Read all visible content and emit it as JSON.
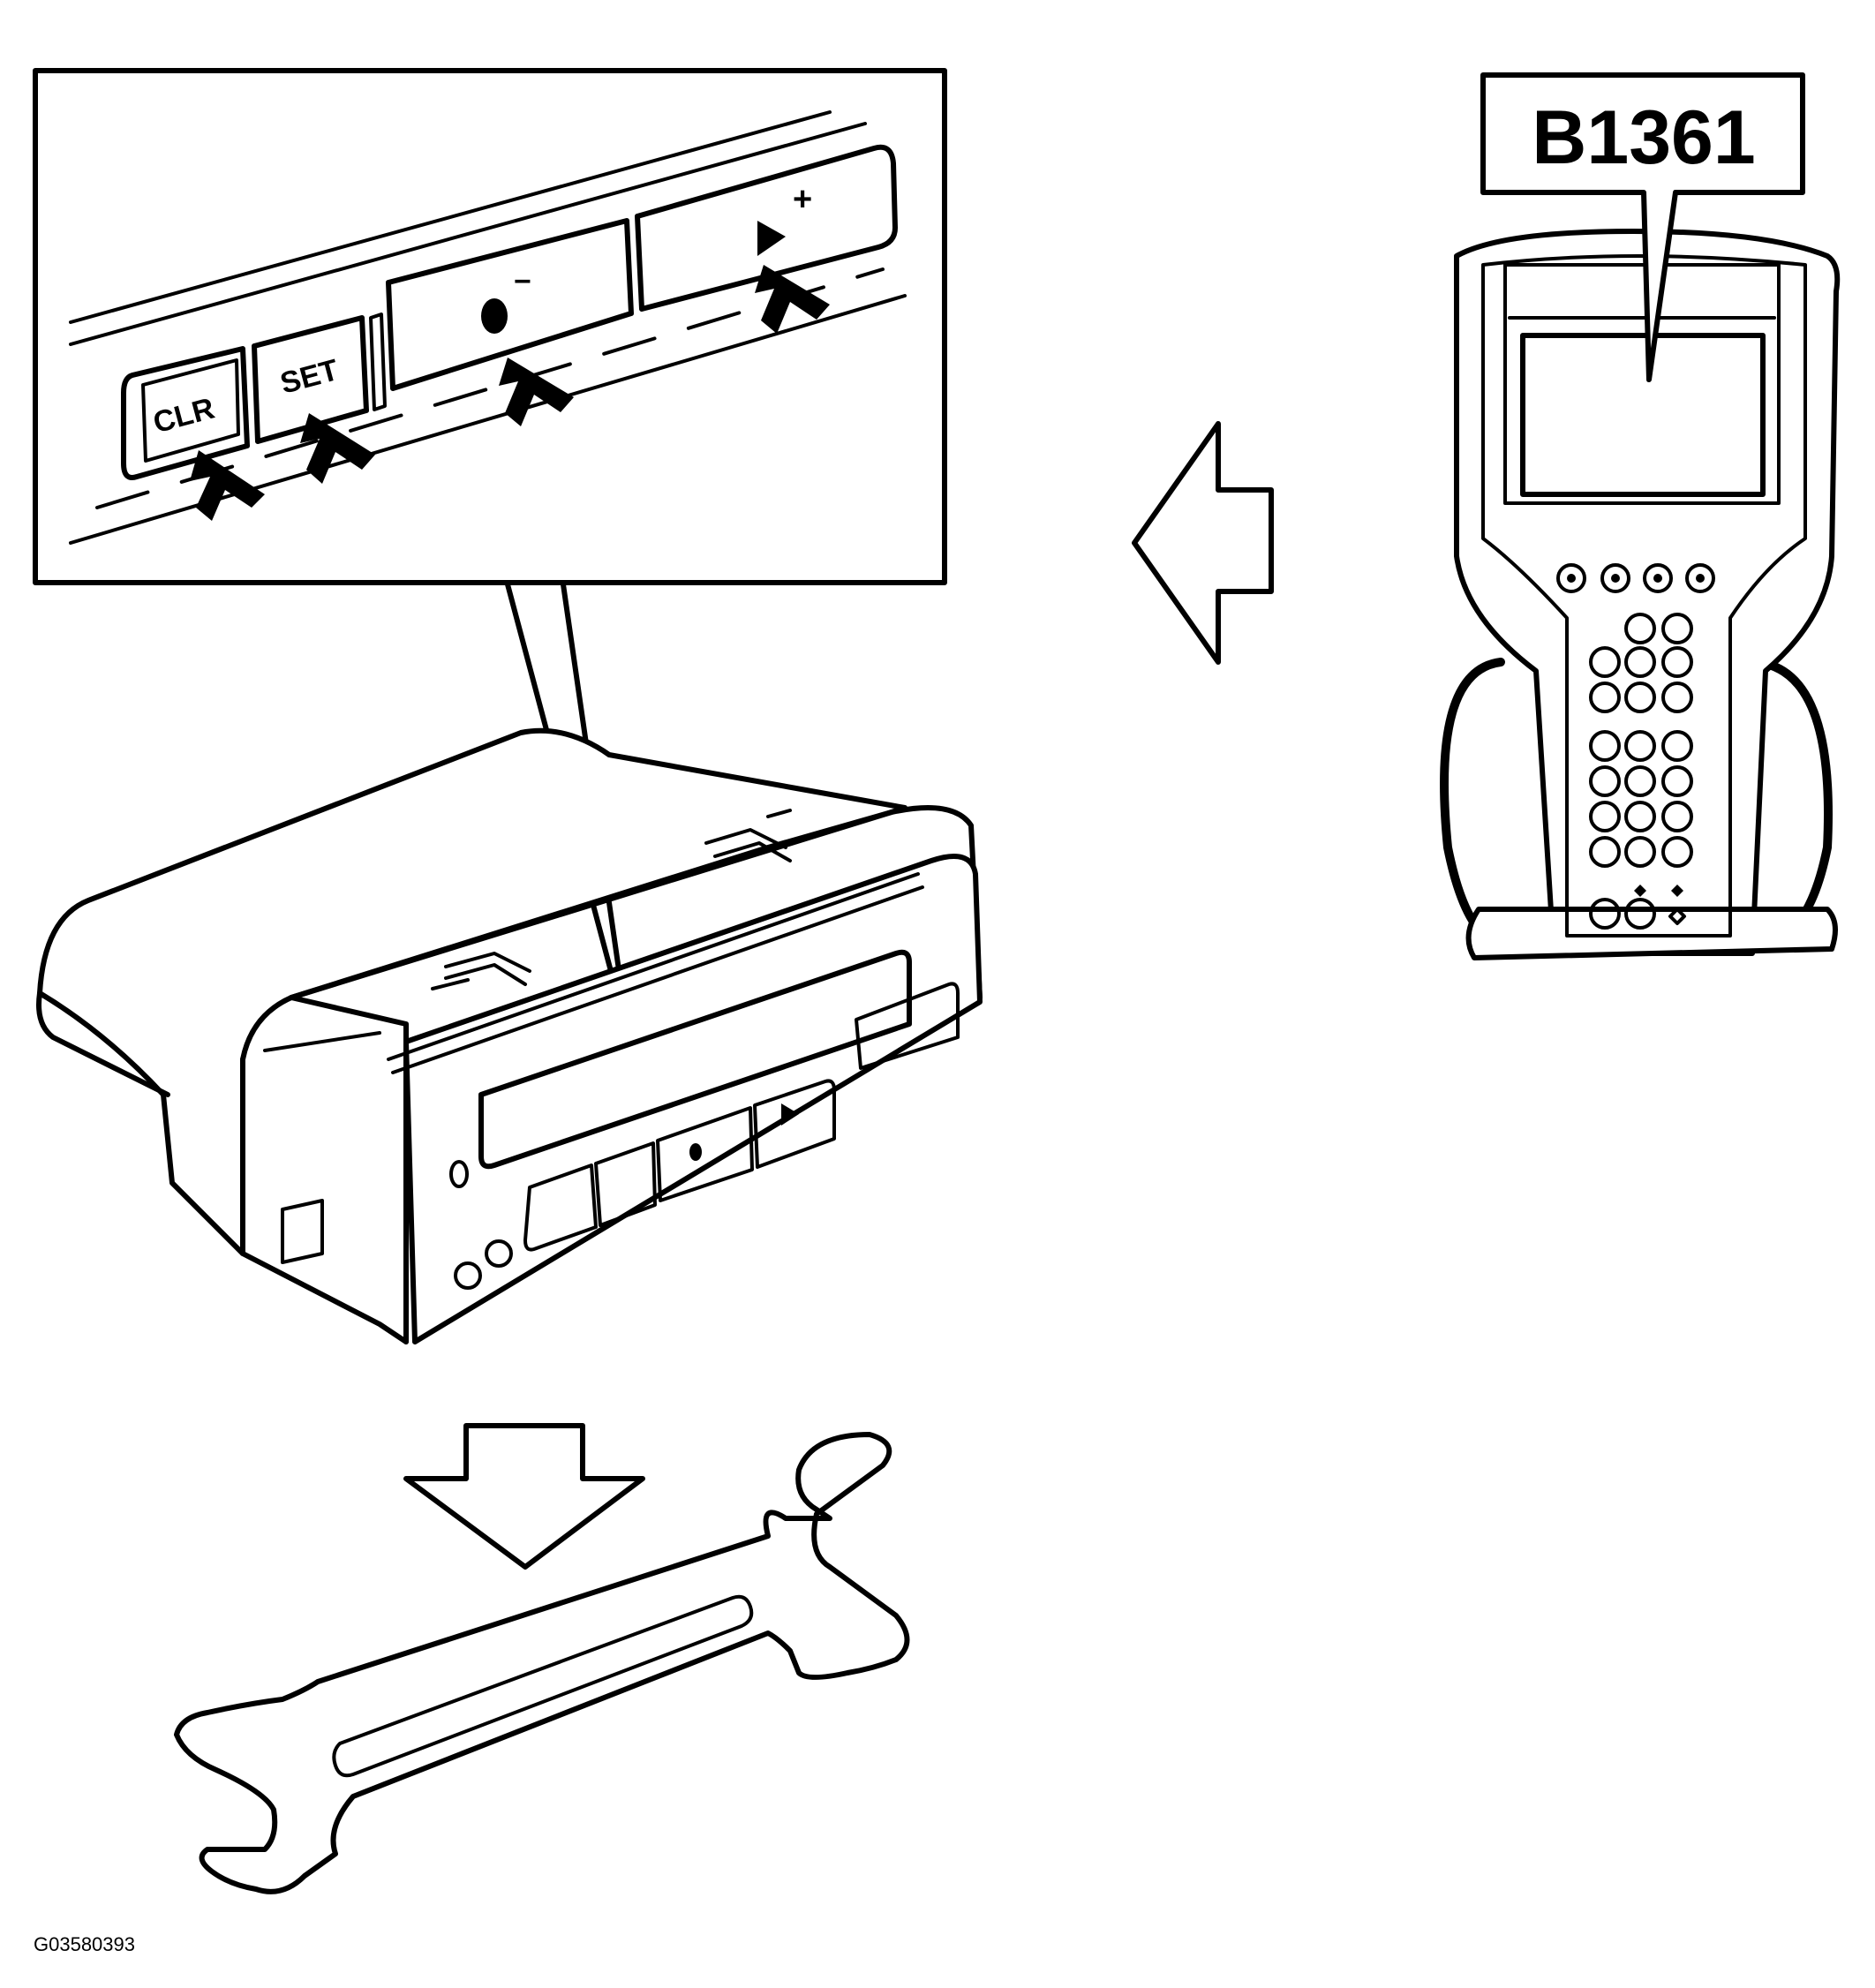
{
  "callout": {
    "buttons": {
      "clr": "CLR",
      "set": "SET",
      "minus": "−",
      "plus": "+"
    }
  },
  "scan_tool": {
    "code": "B1361"
  },
  "figure_id": "G03580393"
}
